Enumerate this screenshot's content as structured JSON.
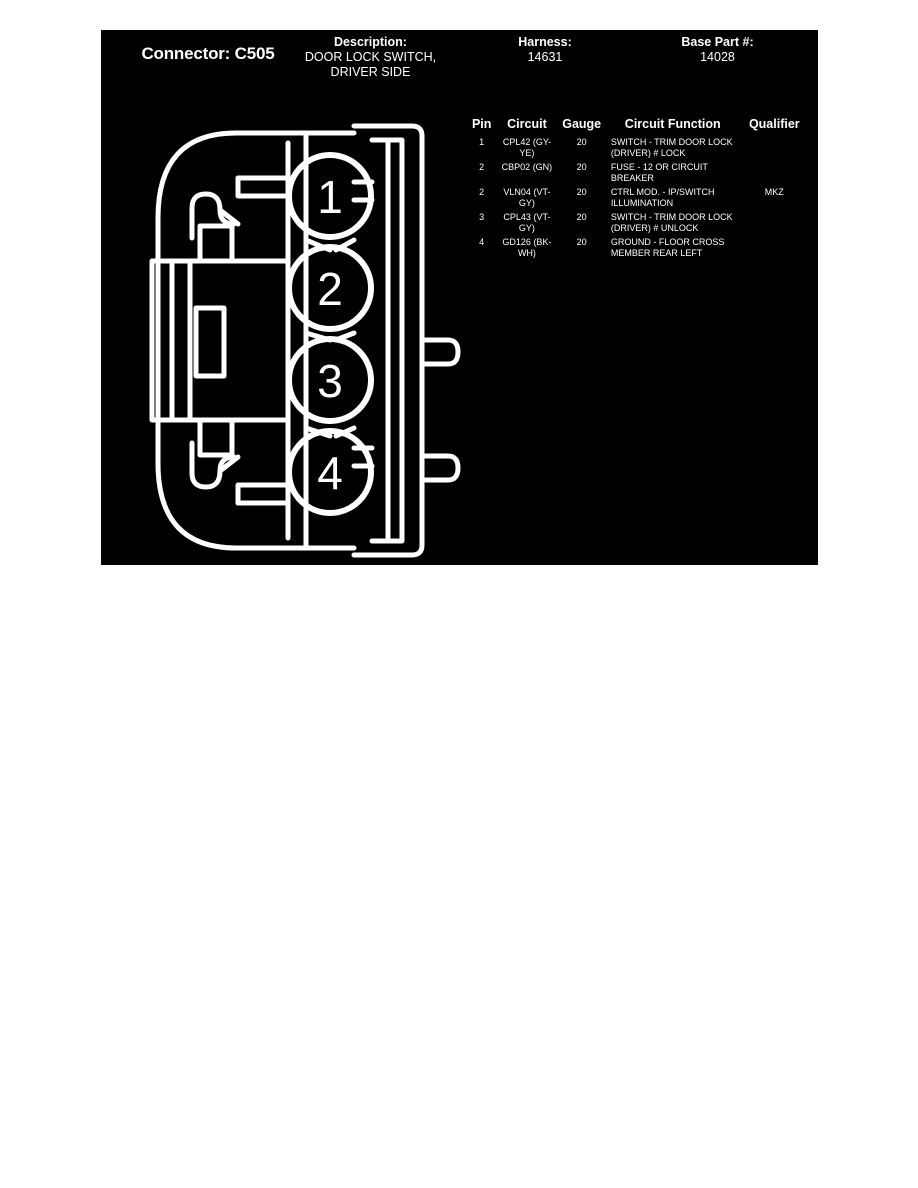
{
  "header": {
    "connector_label": "Connector: C505",
    "description_label": "Description:",
    "description_value": "DOOR LOCK SWITCH, DRIVER SIDE",
    "harness_label": "Harness:",
    "harness_value": "14631",
    "base_part_label": "Base Part #:",
    "base_part_value": "14028"
  },
  "table": {
    "columns": [
      "Pin",
      "Circuit",
      "Gauge",
      "Circuit Function",
      "Qualifier"
    ],
    "rows": [
      {
        "pin": "1",
        "circuit": "CPL42 (GY-YE)",
        "gauge": "20",
        "function": "SWITCH - TRIM DOOR LOCK (DRIVER) # LOCK",
        "qualifier": ""
      },
      {
        "pin": "2",
        "circuit": "CBP02 (GN)",
        "gauge": "20",
        "function": "FUSE - 12 OR CIRCUIT BREAKER",
        "qualifier": ""
      },
      {
        "pin": "2",
        "circuit": "VLN04 (VT-GY)",
        "gauge": "20",
        "function": "CTRL MOD. - IP/SWITCH ILLUMINATION",
        "qualifier": "MKZ"
      },
      {
        "pin": "3",
        "circuit": "CPL43 (VT-GY)",
        "gauge": "20",
        "function": "SWITCH - TRIM DOOR LOCK (DRIVER) # UNLOCK",
        "qualifier": ""
      },
      {
        "pin": "4",
        "circuit": "GD126 (BK-WH)",
        "gauge": "20",
        "function": "GROUND - FLOOR CROSS MEMBER REAR LEFT",
        "qualifier": ""
      }
    ]
  },
  "diagram": {
    "pin_numbers": [
      "1",
      "2",
      "3",
      "4"
    ],
    "line_color": "#ffffff",
    "background_color": "#000000"
  }
}
